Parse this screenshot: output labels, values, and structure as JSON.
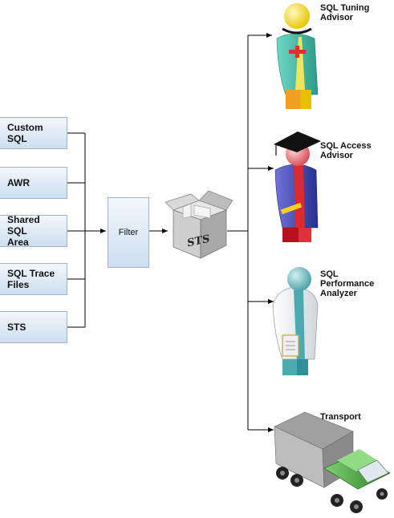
{
  "sources": [
    {
      "label": "Custom\nSQL"
    },
    {
      "label": "AWR"
    },
    {
      "label": "Shared SQL\nArea"
    },
    {
      "label": "SQL Trace\nFiles"
    },
    {
      "label": "STS"
    }
  ],
  "filter": {
    "label": "Filter"
  },
  "sts_box": {
    "label": "STS"
  },
  "targets": [
    {
      "label": "SQL Tuning\nAdvisor",
      "icon": "doctor-icon"
    },
    {
      "label": "SQL Access\nAdvisor",
      "icon": "graduate-icon"
    },
    {
      "label": "SQL Performance\nAnalyzer",
      "icon": "lab-coat-icon"
    },
    {
      "label": "Transport",
      "icon": "truck-icon"
    }
  ]
}
